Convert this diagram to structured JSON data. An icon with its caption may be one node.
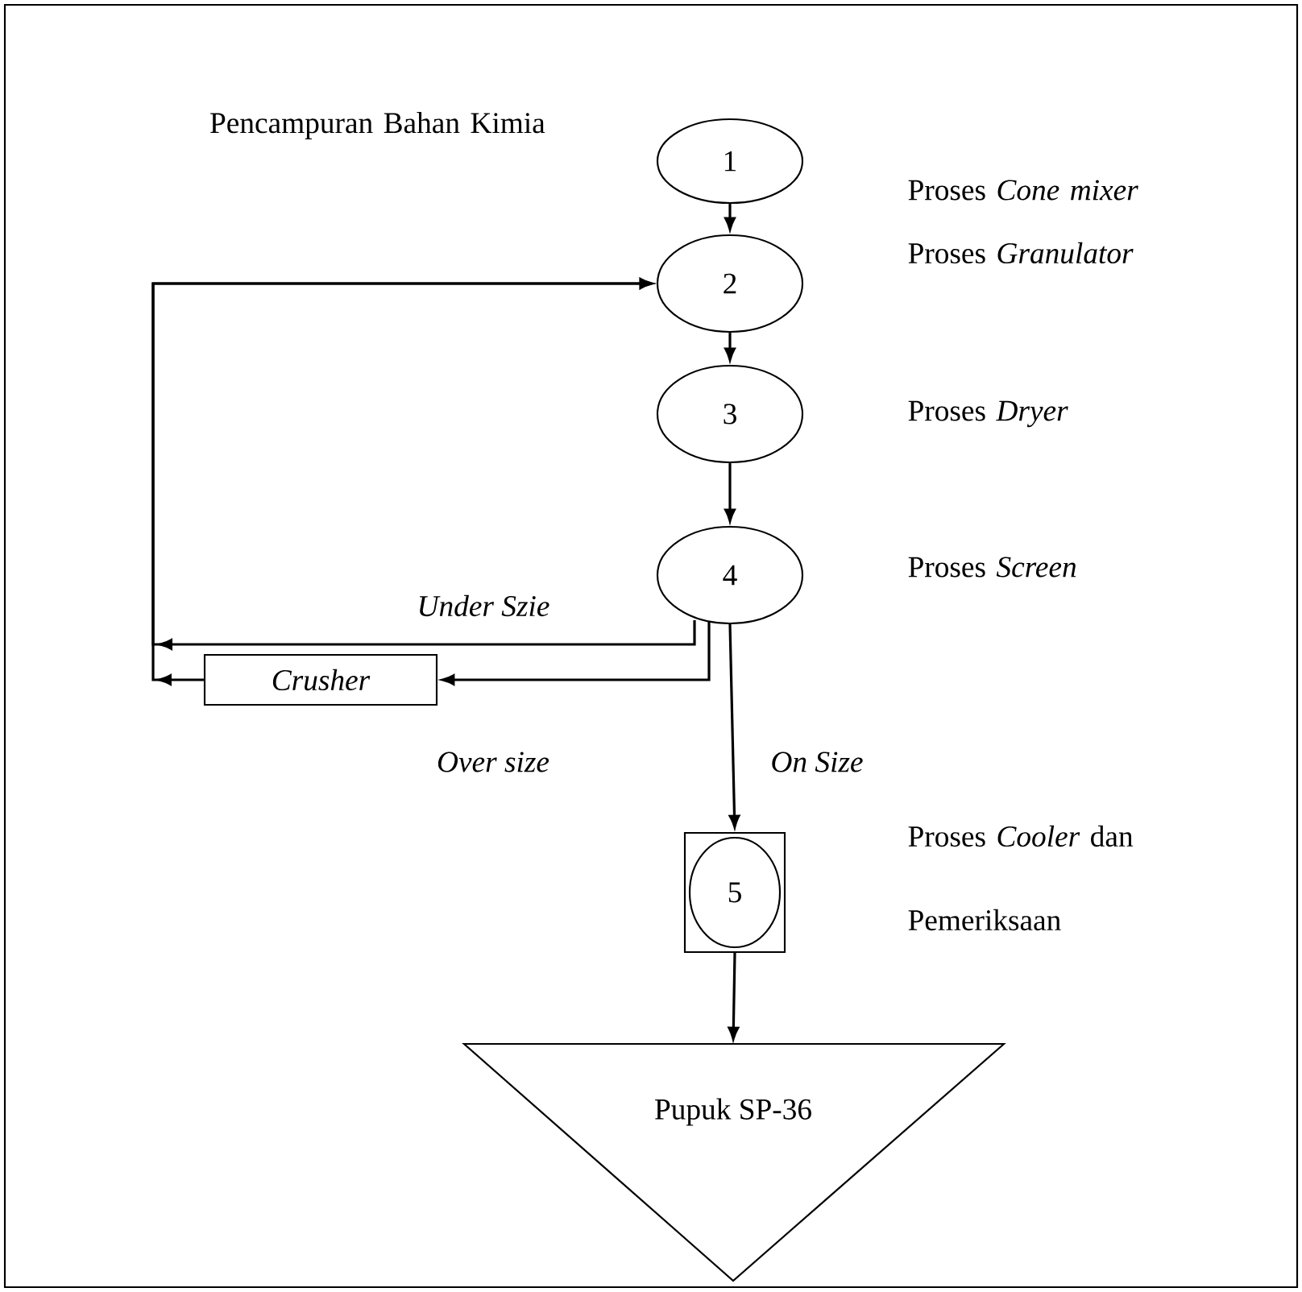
{
  "diagram": {
    "nodes": [
      {
        "text": [
          "1"
        ],
        "beside": [
          "Proses *Cone mixer*"
        ]
      },
      {
        "text": [
          "2"
        ],
        "beside": [
          "Proses *Granulator*"
        ]
      },
      {
        "text": [
          "3"
        ],
        "beside": [
          "Proses *Dryer*"
        ]
      },
      {
        "text": [
          "4"
        ],
        "beside": [
          "Proses *Screen*"
        ]
      },
      {
        "text": [],
        "shape": "box"
      },
      {
        "text": [
          "5"
        ],
        "in": 4
      },
      {
        "text": [
          "Crusher"
        ]
      },
      {
        "text": [
          "Pupuk SP-36"
        ]
      }
    ],
    "edges": [
      {
        "from": 0,
        "to": 1,
        "arrow": "to"
      },
      {
        "from": 1,
        "to": 2,
        "arrow": "to"
      },
      {
        "from": 2,
        "to": 3,
        "arrow": "to"
      },
      {
        "from": 3,
        "to": 1,
        "arrow": "to",
        "label": "Under Szie"
      },
      {
        "from": 3,
        "to": 6,
        "arrow": "to",
        "label": "Over size"
      },
      {
        "from": 6,
        "to": 1,
        "arrow": "to"
      },
      {
        "from": 3,
        "to": 4,
        "arrow": "to",
        "label": "On Size"
      },
      {
        "from": 4,
        "to": 7,
        "arrow": "to"
      }
    ],
    "labels": [
      "Pencampuran Bahan Kimia",
      "Proses *Cooler* dan Pemeriksaan"
    ]
  }
}
